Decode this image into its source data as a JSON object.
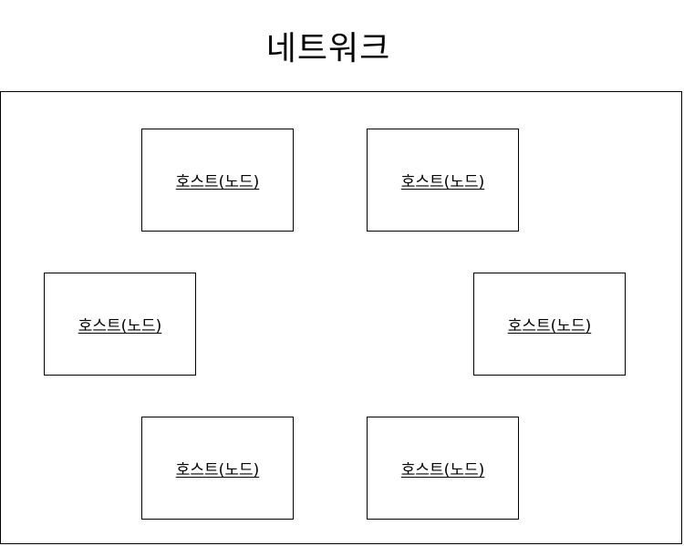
{
  "title": "네트워크",
  "nodes": [
    {
      "label": "호스트(노드)"
    },
    {
      "label": "호스트(노드)"
    },
    {
      "label": "호스트(노드)"
    },
    {
      "label": "호스트(노드)"
    },
    {
      "label": "호스트(노드)"
    },
    {
      "label": "호스트(노드)"
    }
  ]
}
